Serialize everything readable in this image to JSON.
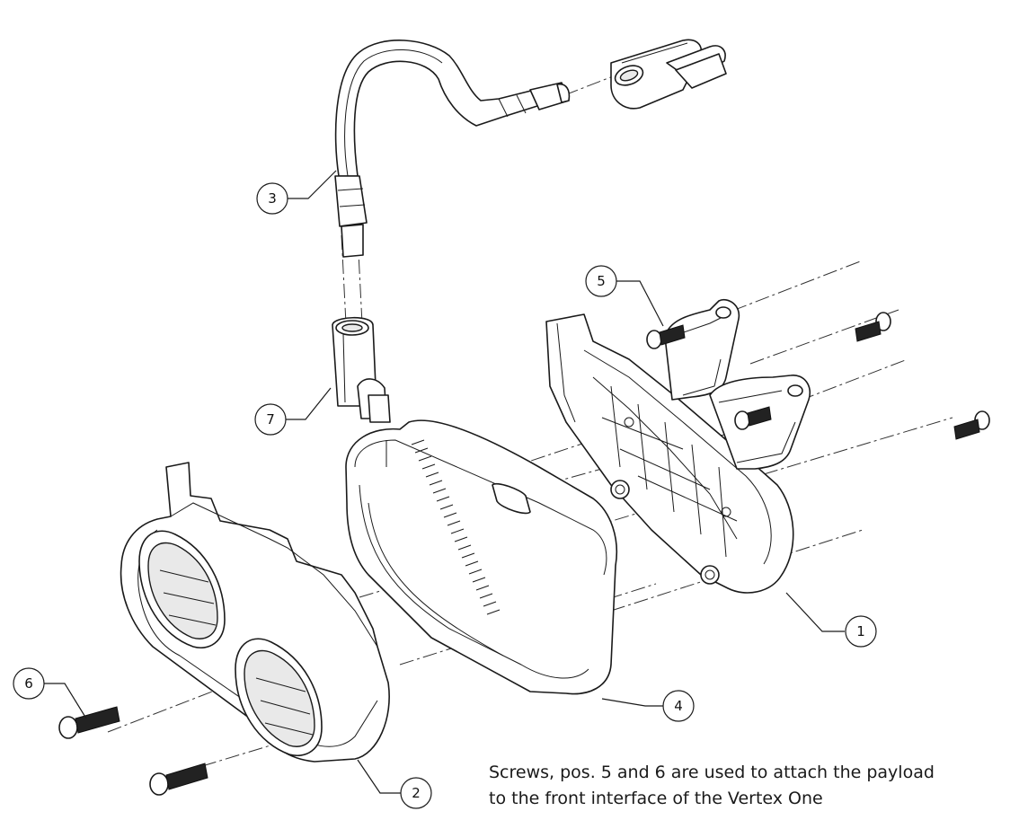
{
  "balloons": [
    {
      "id": "1",
      "label": "1"
    },
    {
      "id": "2",
      "label": "2"
    },
    {
      "id": "3",
      "label": "3"
    },
    {
      "id": "4",
      "label": "4"
    },
    {
      "id": "5",
      "label": "5"
    },
    {
      "id": "6",
      "label": "6"
    },
    {
      "id": "7",
      "label": "7"
    }
  ],
  "note": {
    "line1": "Screws, pos. 5 and 6 are used to attach the payload",
    "line2": "to the front interface of the Vertex One"
  }
}
